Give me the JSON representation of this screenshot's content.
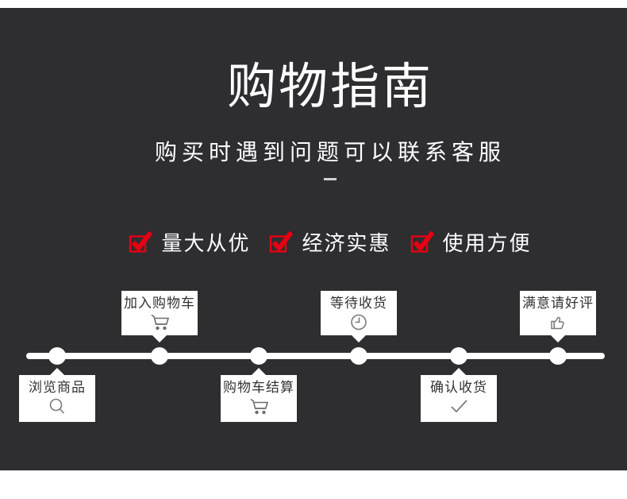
{
  "page": {
    "background_dark": "#2e2d30",
    "accent_red": "#e60012",
    "track_color": "#ffffff"
  },
  "header": {
    "title": "购物指南",
    "subtitle": "购买时遇到问题可以联系客服",
    "divider": "—"
  },
  "features": [
    {
      "label": "量大从优",
      "icon": "red-checkbox-icon"
    },
    {
      "label": "经济实惠",
      "icon": "red-checkbox-icon"
    },
    {
      "label": "使用方便",
      "icon": "red-checkbox-icon"
    }
  ],
  "timeline": {
    "steps": [
      {
        "label": "浏览商品",
        "icon": "magnifier-icon",
        "position": "below"
      },
      {
        "label": "加入购物车",
        "icon": "cart-icon",
        "position": "above"
      },
      {
        "label": "购物车结算",
        "icon": "cart-icon",
        "position": "below"
      },
      {
        "label": "等待收货",
        "icon": "clock-icon",
        "position": "above"
      },
      {
        "label": "确认收货",
        "icon": "check-icon",
        "position": "below"
      },
      {
        "label": "满意请好评",
        "icon": "thumbs-up-icon",
        "position": "above"
      }
    ]
  }
}
